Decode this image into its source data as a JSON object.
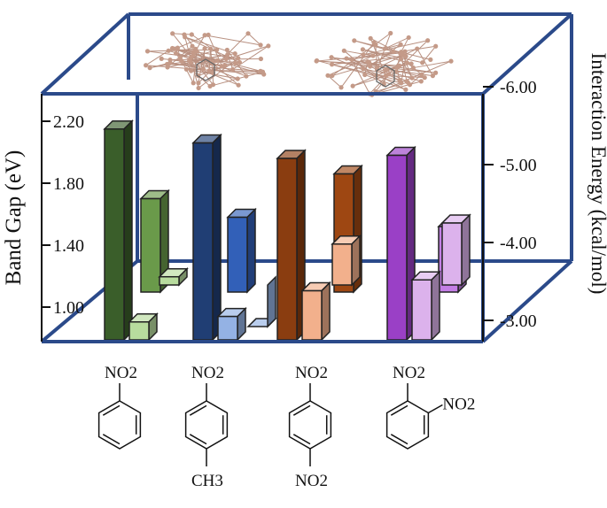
{
  "chart_data": {
    "type": "bar",
    "title": "",
    "y_left": {
      "label": "Band Gap (eV)",
      "ticks": [
        "1.00",
        "1.40",
        "1.80",
        "2.20"
      ],
      "tick_values": [
        1.0,
        1.4,
        1.8,
        2.2
      ]
    },
    "y_right": {
      "label": "Interaction Energy (kcal/mol)",
      "ticks": [
        "-3.00",
        "-4.00",
        "-5.00",
        "-6.00"
      ],
      "tick_values": [
        -3.0,
        -4.0,
        -5.0,
        -6.0
      ]
    },
    "categories": [
      "nitrobenzene",
      "4-nitrotoluene",
      "1,4-dinitrobenzene",
      "1,2-dinitrobenzene"
    ],
    "series": [
      {
        "colors": [
          "#3a5e2a",
          "#203e74",
          "#8a3d10",
          "#9a40c6"
        ],
        "values_band_gap_eV": [
          2.15,
          2.06,
          1.96,
          1.98
        ]
      },
      {
        "colors": [
          "#6a9a4a",
          "#3260b8",
          "#9e4712",
          "#c47ee6"
        ],
        "values_band_gap_eV": [
          1.7,
          1.58,
          1.86,
          1.52
        ]
      },
      {
        "colors": [
          "#b8dc9e",
          "#94b2e4",
          "#f2b08c",
          "#dcb2ec"
        ],
        "values_interaction_kcal_mol": [
          -3.56,
          -2.92,
          -3.98,
          -4.25
        ]
      },
      {
        "colors": [
          "#b8dc9e",
          "#94b2e4",
          "#f2b08c",
          "#dcb2ec"
        ],
        "values_interaction_kcal_mol": [
          -2.98,
          -3.05,
          -3.38,
          -3.52
        ]
      }
    ],
    "structures": [
      {
        "para": "NO2",
        "ortho": "",
        "bottom": ""
      },
      {
        "para": "NO2",
        "ortho": "",
        "bottom": "CH3"
      },
      {
        "para": "NO2",
        "ortho": "",
        "bottom": "NO2"
      },
      {
        "para": "NO2",
        "ortho": "NO2",
        "bottom": ""
      }
    ],
    "colors": {
      "frame": "#2b4a8a",
      "axis": "#111111"
    }
  }
}
